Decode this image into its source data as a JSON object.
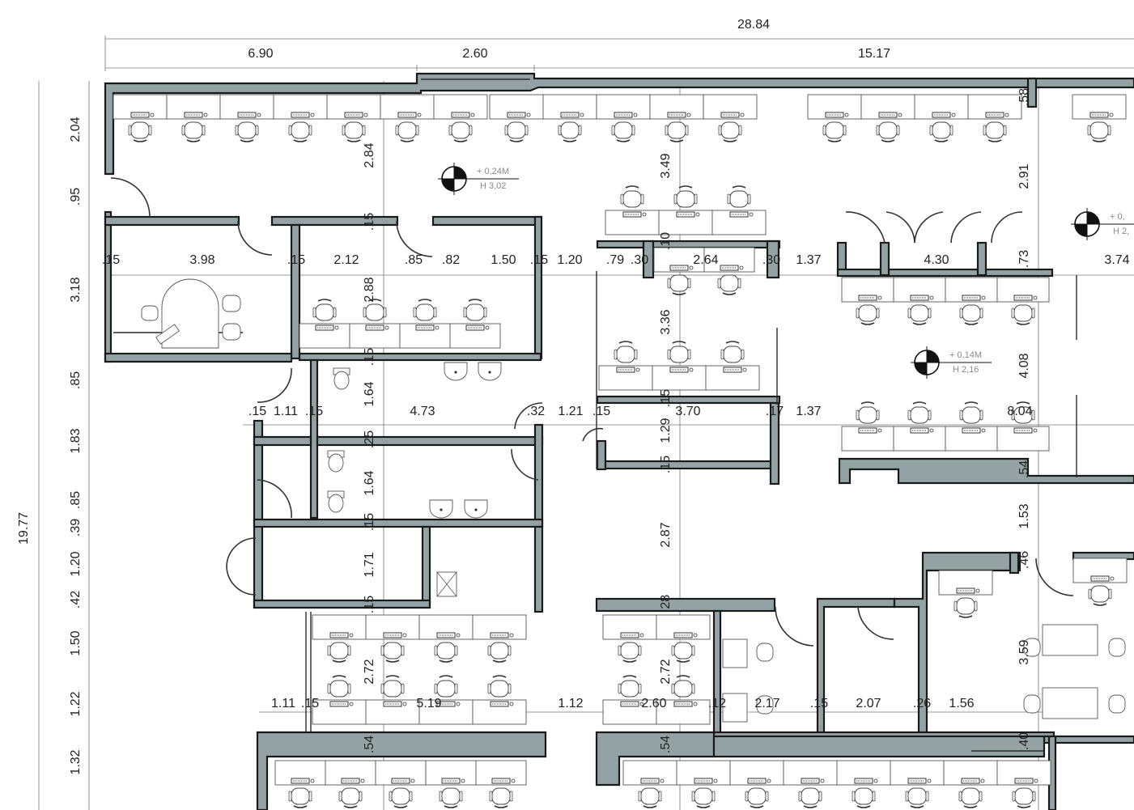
{
  "dims_top": [
    "28.84",
    "6.90",
    "2.60",
    "15.17"
  ],
  "dims_left": [
    "2.04",
    ".95",
    "3.18",
    ".85",
    "1.83",
    ".85",
    ".39",
    "1.20",
    ".42",
    "1.50",
    "1.22",
    "1.32",
    "19.77"
  ],
  "dims_row_a": [
    ".15",
    "3.98",
    ".15",
    "2.12",
    ".85",
    ".82",
    "1.50",
    ".15",
    "1.20",
    ".79",
    ".30",
    "2.64",
    ".30",
    "1.37",
    "4.30",
    ".73",
    "3.74"
  ],
  "dims_row_b": [
    ".15",
    "1.11",
    ".15",
    "4.73",
    ".32",
    "1.21",
    ".15",
    "3.70",
    ".17",
    "1.37",
    "8.04"
  ],
  "dims_row_c": [
    "1.11",
    ".15",
    "5.19",
    "1.12",
    "2.60",
    ".12",
    "2.17",
    ".15",
    "2.07",
    ".26",
    "1.56"
  ],
  "dims_vert_col1": [
    "2.84",
    ".15",
    "2.88",
    ".15",
    "1.64",
    ".25",
    "1.64",
    ".15",
    "1.71",
    ".15",
    "2.72",
    ".54"
  ],
  "dims_vert_col2": [
    "3.49",
    ".10",
    "3.36",
    ".15",
    "1.29",
    ".15",
    "2.87",
    ".28",
    "2.72",
    ".54"
  ],
  "dims_vert_col3": [
    ".58",
    "2.91",
    ".73",
    "4.08",
    ".54",
    "1.53",
    ".46",
    "3.59",
    ".40"
  ],
  "level_markers": [
    {
      "top": "+ 0,24M",
      "bottom": "H 3,02"
    },
    {
      "top": "+ 0,14M",
      "bottom": "H 2,16"
    },
    {
      "top": "+ 0,",
      "bottom": "H 2,"
    }
  ],
  "colors": {
    "wall_fill": "#93a3a5",
    "wall_stroke": "#1a1a1a",
    "line": "#555555"
  }
}
